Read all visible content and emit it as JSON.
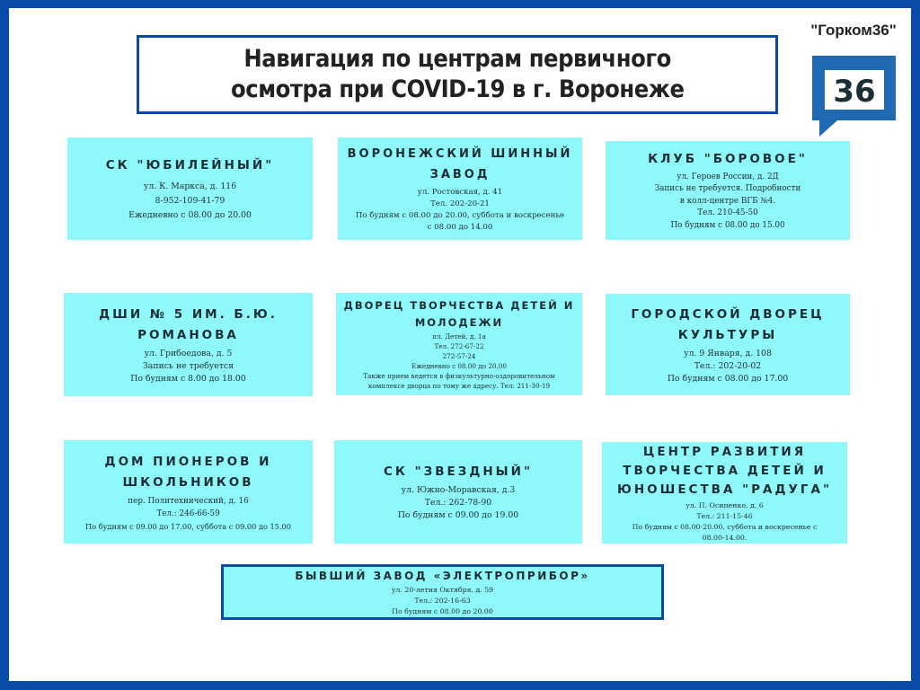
{
  "header": {
    "title_lines": [
      "Навигация по центрам первичного",
      "осмотра при COVID-19 в г. Воронеже"
    ]
  },
  "brand": {
    "name": "\"Горком36\"",
    "logo_text": "36",
    "logo_color": "#1f6ab3"
  },
  "colors": {
    "frame": "#0a4aa8",
    "card_bg": "#8ff8fb",
    "text": "#1b2e33"
  },
  "centers": [
    {
      "title_lines": [
        "СК \"ЮБИЛЕЙНЫЙ\""
      ],
      "lines": [
        "ул. К. Маркса, д. 116",
        "8-952-109-41-79",
        "Ежедневно с 08.00 до 20.00"
      ]
    },
    {
      "title_lines": [
        "ВОРОНЕЖСКИЙ ШИННЫЙ",
        "ЗАВОД"
      ],
      "lines": [
        "ул. Ростовская, д. 41",
        "Тел. 202-20-21",
        "По будням с 08.00 до 20.00, суббота и воскресенье",
        "с 08.00 до 14.00"
      ]
    },
    {
      "title_lines": [
        "КЛУБ \"БОРОВОЕ\""
      ],
      "lines": [
        "ул. Героев России, д. 2Д",
        "Запись не требуется. Подробности",
        "в колл-центре ВГБ №4.",
        "Тел. 210-45-50",
        "По будням с 08.00 до 15.00"
      ]
    },
    {
      "title_lines": [
        "ДШИ № 5 ИМ. Б.Ю.",
        "РОМАНОВА"
      ],
      "lines": [
        "ул. Грибоедова, д. 5",
        "Запись не требуется",
        "По будням с 8.00 до 18.00"
      ]
    },
    {
      "title_lines": [
        "ДВОРЕЦ ТВОРЧЕСТВА ДЕТЕЙ И",
        "МОЛОДЕЖИ"
      ],
      "lines": [
        "пл. Детей, д. 1а",
        "Тел. 272-67-22",
        "272-57-24",
        "Ежедневно с 08.00 до 20.00",
        "Также прием ведется в физкультурно-оздоровительном",
        "комплексе дворца по тому же адресу. Тел: 211-30-19"
      ]
    },
    {
      "title_lines": [
        "ГОРОДСКОЙ ДВОРЕЦ",
        "КУЛЬТУРЫ"
      ],
      "lines": [
        "ул. 9 Января, д. 108",
        "Тел.: 202-20-02",
        "По будням с 08.00 до 17.00"
      ]
    },
    {
      "title_lines": [
        "ДОМ ПИОНЕРОВ И",
        "ШКОЛЬНИКОВ"
      ],
      "lines": [
        "пер. Политехнический, д. 16",
        "Тел.: 246-66-59",
        "По будням с 09.00 до 17.00, суббота с 09.00 до 15.00"
      ]
    },
    {
      "title_lines": [
        "СК \"ЗВЕЗДНЫЙ\""
      ],
      "lines": [
        "ул. Южно-Моравская, д.3",
        "Тел.: 262-78-90",
        "По будням с 09.00 до 19.00"
      ]
    },
    {
      "title_lines": [
        "ЦЕНТР РАЗВИТИЯ",
        "ТВОРЧЕСТВА ДЕТЕЙ И",
        "ЮНОШЕСТВА \"РАДУГА\""
      ],
      "lines": [
        "ул. П. Осипенко, д. 6",
        "Тел.: 211-15-46",
        "По будням с 08.00-20.00, суббота и воскресенье с",
        "08.00-14.00."
      ]
    },
    {
      "title_lines": [
        "БЫВШИЙ ЗАВОД «ЭЛЕКТРОПРИБОР»"
      ],
      "lines": [
        "ул. 20-летия Октября, д. 59",
        "Тел.: 202-16-63",
        "По будням с 08.00 до 20.00"
      ]
    }
  ]
}
